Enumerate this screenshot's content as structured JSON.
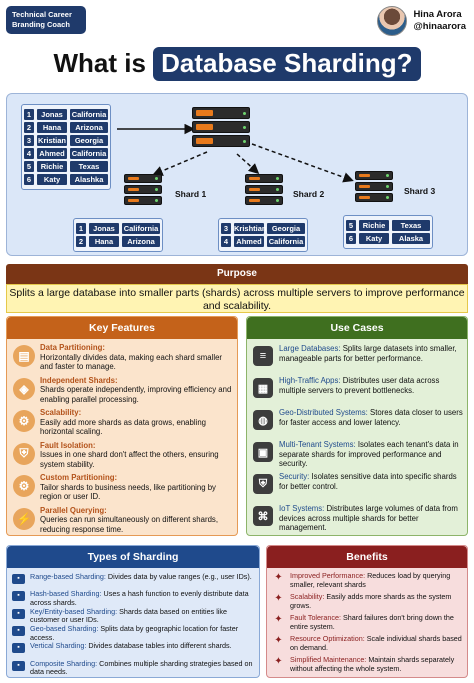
{
  "badge": {
    "line1": "Technical Career",
    "line2": "Branding Coach"
  },
  "author": {
    "name": "Hina Arora",
    "handle": "@hinaarora"
  },
  "title": {
    "prefix": "What is",
    "highlight": "Database Sharding?"
  },
  "diagram": {
    "main_table": [
      [
        "1",
        "Jonas",
        "California"
      ],
      [
        "2",
        "Hana",
        "Arizona"
      ],
      [
        "3",
        "Kristian",
        "Georgia"
      ],
      [
        "4",
        "Ahmed",
        "California"
      ],
      [
        "5",
        "Richie",
        "Texas"
      ],
      [
        "6",
        "Katy",
        "Alashka"
      ]
    ],
    "shards": [
      {
        "label": "Shard 1",
        "rows": [
          [
            "1",
            "Jonas",
            "California"
          ],
          [
            "2",
            "Hana",
            "Arizona"
          ]
        ]
      },
      {
        "label": "Shard 2",
        "rows": [
          [
            "3",
            "Krishtian",
            "Georgia"
          ],
          [
            "4",
            "Ahmed",
            "California"
          ]
        ]
      },
      {
        "label": "Shard 3",
        "rows": [
          [
            "5",
            "Richie",
            "Texas"
          ],
          [
            "6",
            "Katy",
            "Alaska"
          ]
        ]
      }
    ]
  },
  "purpose": {
    "heading": "Purpose",
    "body": "Splits a large database into smaller parts (shards) across multiple servers to improve performance and scalability."
  },
  "key_features": {
    "heading": "Key Features",
    "items": [
      {
        "title": "Data Partitioning:",
        "text": "Horizontally divides data, making each shard smaller and faster to manage.",
        "icon": "partition-icon"
      },
      {
        "title": "Independent Shards:",
        "text": "Shards operate independently, improving efficiency and enabling parallel processing.",
        "icon": "cubes-icon"
      },
      {
        "title": "Scalability:",
        "text": "Easily add more shards as data grows, enabling horizontal scaling.",
        "icon": "gears-icon"
      },
      {
        "title": "Fault Isolation:",
        "text": "Issues in one shard don't affect the others, ensuring system stability.",
        "icon": "shield-icon"
      },
      {
        "title": "Custom Partitioning:",
        "text": "Tailor shards to business needs, like partitioning by region or user ID.",
        "icon": "settings-icon"
      },
      {
        "title": "Parallel Querying:",
        "text": "Queries can run simultaneously on different shards, reducing response time.",
        "icon": "lightning-icon"
      }
    ]
  },
  "use_cases": {
    "heading": "Use Cases",
    "items": [
      {
        "title": "Large Databases:",
        "text": "Splits large datasets into smaller, manageable parts for better performance.",
        "icon": "database-icon"
      },
      {
        "title": "High-Traffic Apps:",
        "text": "Distributes user data across multiple servers to prevent bottlenecks.",
        "icon": "app-icon"
      },
      {
        "title": "Geo-Distributed Systems:",
        "text": "Stores data closer to users for faster access and lower latency.",
        "icon": "globe-icon"
      },
      {
        "title": "Multi-Tenant Systems:",
        "text": "Isolates each tenant's data in separate shards for improved performance and security.",
        "icon": "tenants-icon"
      },
      {
        "title": "Security:",
        "text": "Isolates sensitive data into specific shards for better control.",
        "icon": "lock-shield-icon"
      },
      {
        "title": "IoT Systems:",
        "text": "Distributes large volumes of data from devices across multiple shards for better management.",
        "icon": "iot-icon"
      }
    ]
  },
  "types": {
    "heading": "Types of Sharding",
    "items": [
      {
        "title": "Range-based Sharding:",
        "text": "Divides data by value ranges (e.g., user IDs)."
      },
      {
        "title": "Hash-based Sharding:",
        "text": "Uses a hash function to evenly distribute data across shards."
      },
      {
        "title": "Key/Entity-based Sharding:",
        "text": "Shards data based on entities like customer or user IDs."
      },
      {
        "title": "Geo-based Sharding:",
        "text": "Splits data by geographic location for faster access."
      },
      {
        "title": "Vertical Sharding:",
        "text": "Divides database tables into different shards."
      },
      {
        "title": "Composite Sharding:",
        "text": "Combines multiple sharding strategies based on data needs."
      }
    ]
  },
  "benefits": {
    "heading": "Benefits",
    "items": [
      {
        "title": "Improved Performance:",
        "text": "Reduces load by querying smaller, relevant shards"
      },
      {
        "title": "Scalability:",
        "text": "Easily adds more shards as the system grows."
      },
      {
        "title": "Fault Tolerance:",
        "text": "Shard failures don't bring down the entire system."
      },
      {
        "title": "Resource Optimization:",
        "text": "Scale individual shards based on demand."
      },
      {
        "title": "Simplified Maintenance:",
        "text": "Maintain shards separately without affecting the whole system."
      }
    ]
  },
  "colors": {
    "navy": "#1f3a6b",
    "orange": "#c4621a",
    "green": "#3f6f1f",
    "blue": "#1f4a8c",
    "red": "#8a1f1f",
    "brown": "#7a3515",
    "yellow": "#fff4b3"
  }
}
